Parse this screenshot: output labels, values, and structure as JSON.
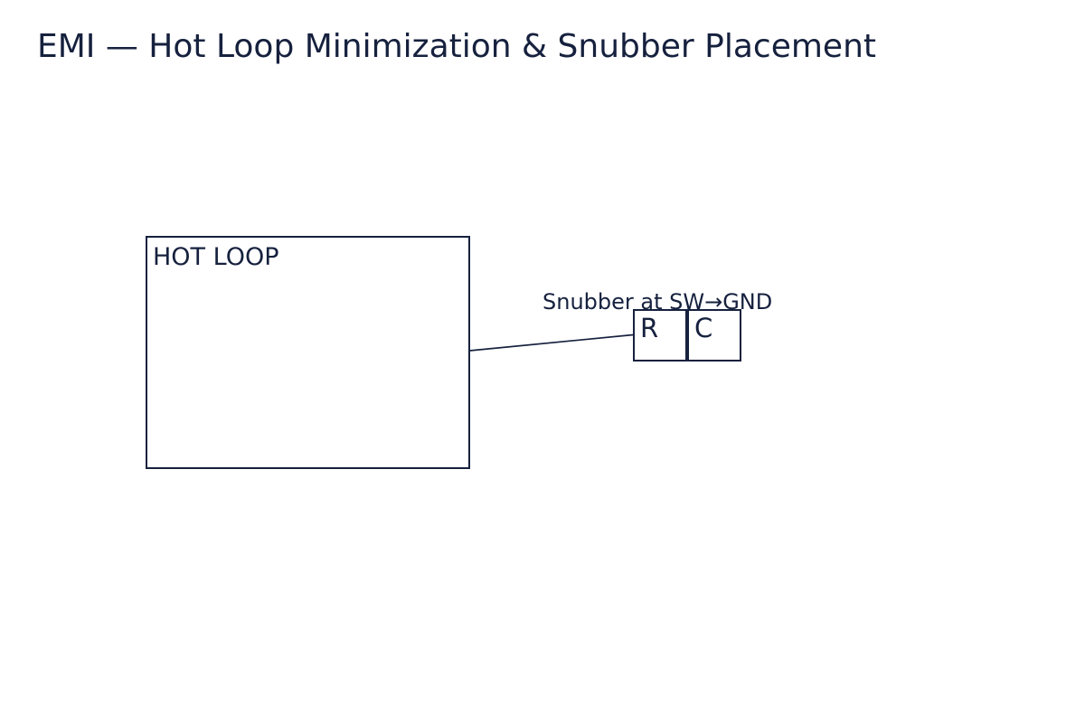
{
  "page": {
    "background": "#ffffff"
  },
  "colors": {
    "ink": "#16213e"
  },
  "title": {
    "text": "EMI — Hot Loop Minimization & Snubber Placement"
  },
  "diagram": {
    "hot_loop": {
      "label": "HOT LOOP"
    },
    "snubber": {
      "caption": "Snubber at SW→GND",
      "resistor_label": "R",
      "capacitor_label": "C"
    }
  }
}
